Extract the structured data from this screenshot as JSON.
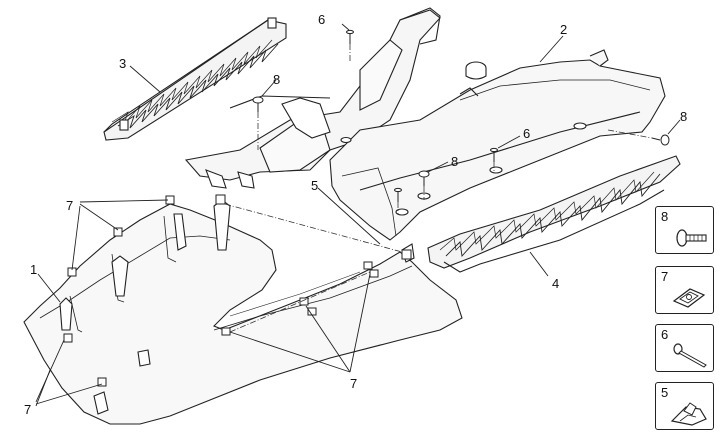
{
  "callouts": {
    "c1": "1",
    "c2": "2",
    "c3": "3",
    "c4": "4",
    "c5": "5",
    "c6a": "6",
    "c6b": "6",
    "c7a": "7",
    "c7b": "7",
    "c7c": "7",
    "c8a": "8",
    "c8b": "8",
    "c8c": "8"
  },
  "legend": {
    "items": [
      {
        "number": "8",
        "icon": "screw-icon"
      },
      {
        "number": "7",
        "icon": "clip-nut-icon"
      },
      {
        "number": "6",
        "icon": "long-screw-icon"
      },
      {
        "number": "5",
        "icon": "fastener-clip-icon"
      }
    ]
  }
}
